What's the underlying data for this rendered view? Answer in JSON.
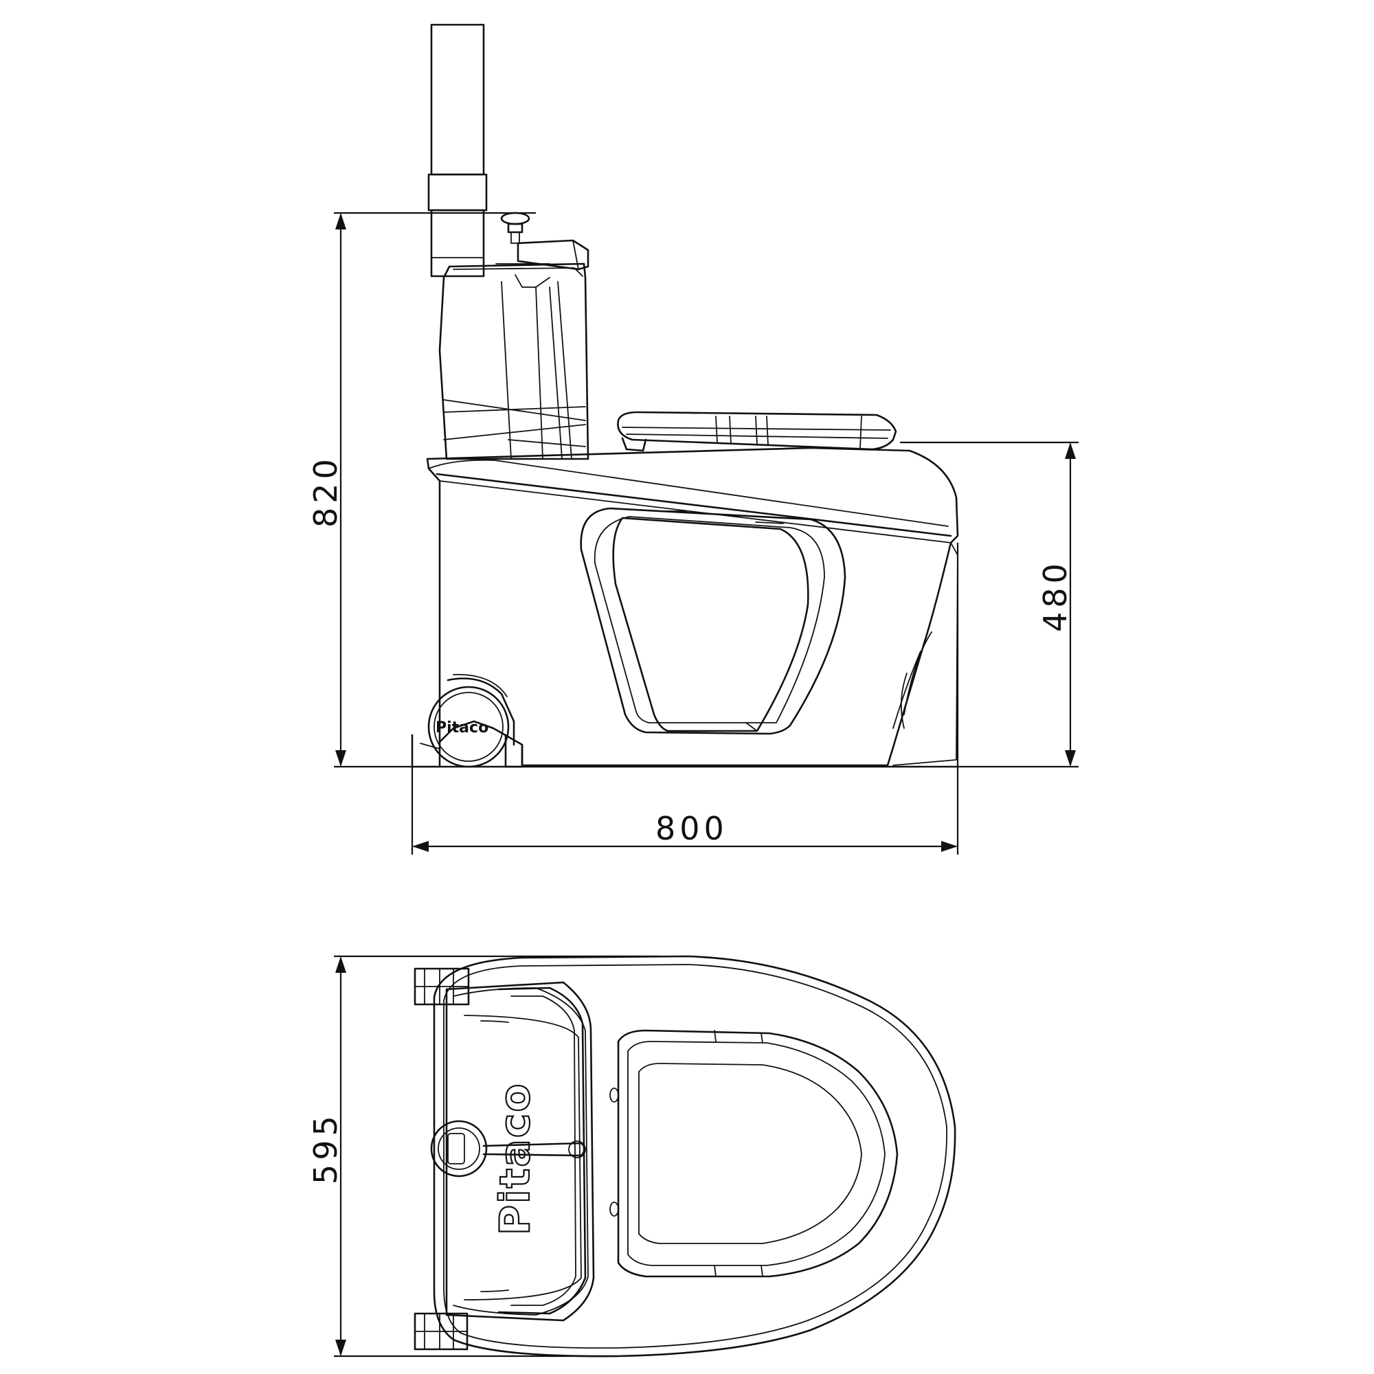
{
  "dimensions": {
    "total_height": "820",
    "seat_height": "480",
    "length": "800",
    "width": "595"
  },
  "brand": {
    "logo_side": "Pitaco",
    "logo_top": "Pitaco"
  }
}
